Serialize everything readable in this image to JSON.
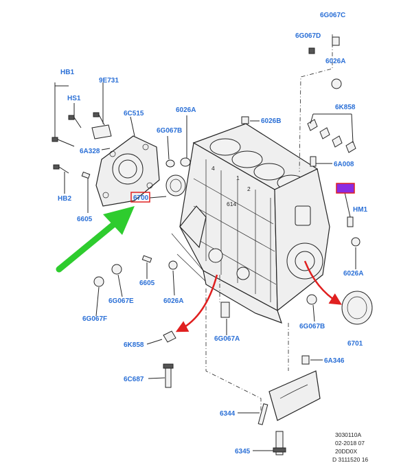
{
  "labels": {
    "c6G067C": "6G067C",
    "c6G067D": "6G067D",
    "c6026A_top": "6026A",
    "cHB1": "HB1",
    "c9E731": "9E731",
    "cHS1": "HS1",
    "c6C515": "6C515",
    "c6026A_mid": "6026A",
    "c6026B": "6026B",
    "c6K858_right": "6K858",
    "c6G067B_upper": "6G067B",
    "c6A328": "6A328",
    "c6A008": "6A008",
    "c6700": "6700",
    "cHB2": "HB2",
    "c6605_left": "6605",
    "cHM1": "HM1",
    "c6026A_right": "6026A",
    "c6G067E": "6G067E",
    "c6605_mid": "6605",
    "c6026A_low": "6026A",
    "c6G067F": "6G067F",
    "c6G067B_lower": "6G067B",
    "c6701": "6701",
    "c6G067A": "6G067A",
    "c6K858_low": "6K858",
    "c6A346": "6A346",
    "c6C687": "6C687",
    "c6344": "6344",
    "c6345": "6345"
  },
  "block_numbers": {
    "cyl1": "1",
    "cyl2": "2",
    "cyl4": "4",
    "cyl6": "614"
  },
  "reference": {
    "line1": "3030110A",
    "line2": "02-2018 07",
    "line3": "20DD0X",
    "line4": "D 3111520 16"
  },
  "colors": {
    "label": "#2a6fd6",
    "highlight_box": "#e02020",
    "arrow_green": "#2ecc2e",
    "arrow_red": "#e02020"
  }
}
